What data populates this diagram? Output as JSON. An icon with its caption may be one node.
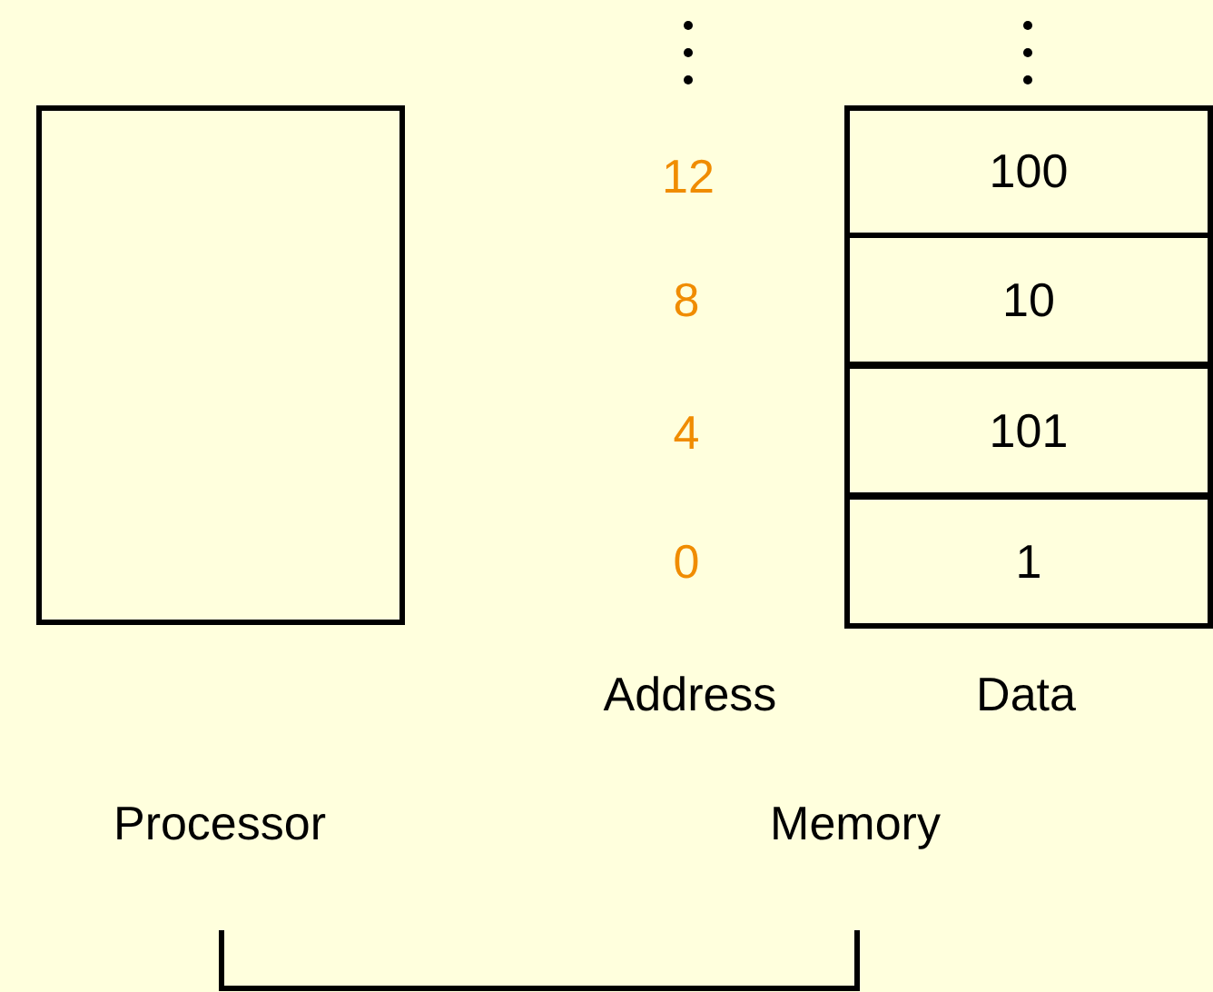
{
  "diagram": {
    "nodes": [
      {
        "text": [],
        "shape": "box",
        "beside": [
          "Processor"
        ]
      },
      {
        "text": [
          "100"
        ]
      },
      {
        "text": [
          "10"
        ]
      },
      {
        "text": [
          "101"
        ]
      },
      {
        "text": [
          "1"
        ]
      }
    ],
    "labels": [
      "12",
      "8",
      "4",
      "0",
      "Address",
      "Data",
      "Memory"
    ]
  }
}
